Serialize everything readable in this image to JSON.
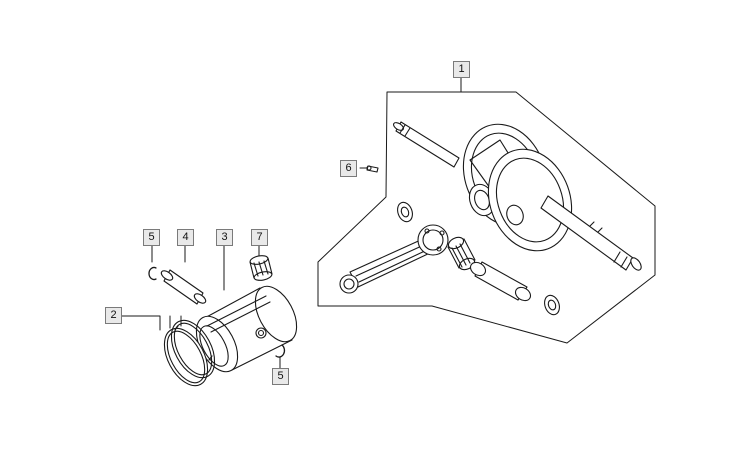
{
  "callouts": {
    "c1": "1",
    "c2": "2",
    "c3": "3",
    "c4": "4",
    "c5a": "5",
    "c5b": "5",
    "c6": "6",
    "c7": "7"
  },
  "parts": [
    {
      "ref": "1",
      "icon": "crankshaft-assembly-icon"
    },
    {
      "ref": "2",
      "icon": "piston-rings-icon"
    },
    {
      "ref": "3",
      "icon": "piston-icon"
    },
    {
      "ref": "4",
      "icon": "piston-pin-icon"
    },
    {
      "ref": "5",
      "icon": "circlip-icon"
    },
    {
      "ref": "6",
      "icon": "pin-icon"
    },
    {
      "ref": "7",
      "icon": "needle-bearing-icon"
    }
  ],
  "colors": {
    "line": "#1a1a1a",
    "callout_fill": "#e9e9e9",
    "callout_border": "#7a7a7a"
  }
}
